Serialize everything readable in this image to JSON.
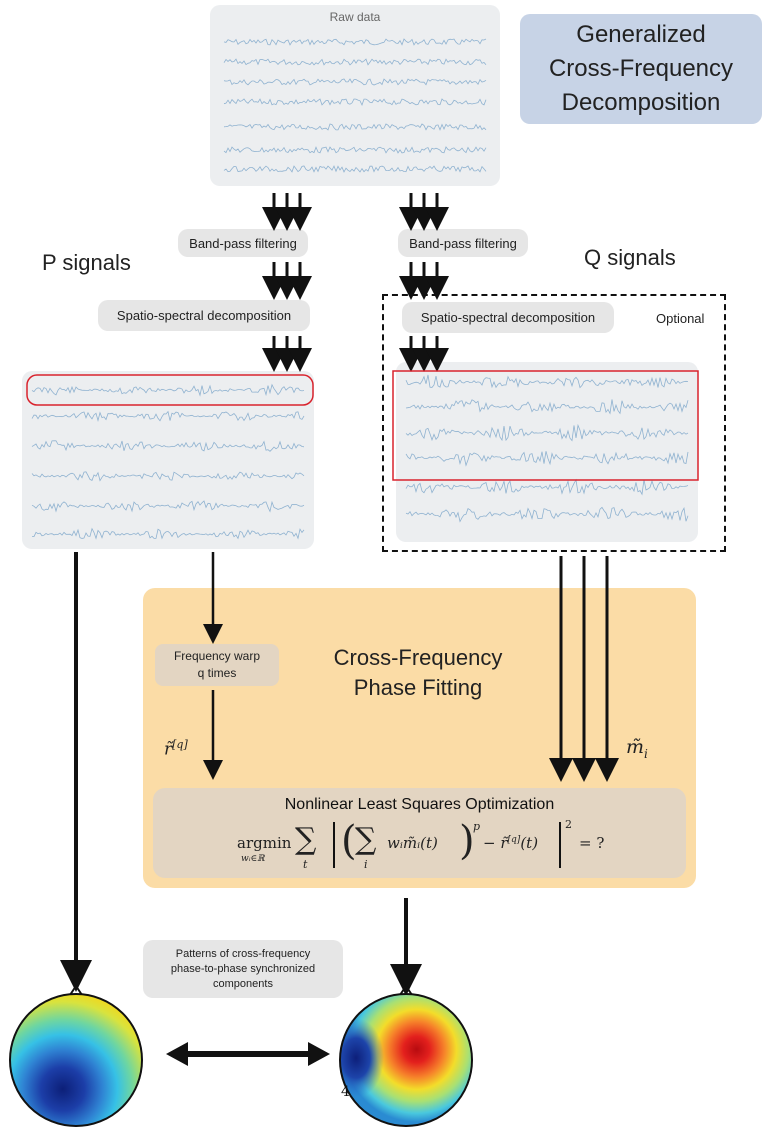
{
  "raw_data": {
    "label": "Raw data"
  },
  "title": {
    "lines": [
      "Generalized",
      "Cross-Frequency",
      "Decomposition"
    ]
  },
  "left_branch": {
    "signals_label": "P signals",
    "bandpass_label": "Band-pass filtering",
    "decomposition_label": "Spatio-spectral decomposition"
  },
  "right_branch": {
    "signals_label": "Q signals",
    "bandpass_label": "Band-pass filtering",
    "decomposition_label": "Spatio-spectral decomposition",
    "optional_label": "Optional"
  },
  "phase_fitting": {
    "title_lines": [
      "Cross-Frequency",
      "Phase Fitting"
    ],
    "warp_lines": [
      "Frequency warp",
      "q times"
    ],
    "r_symbol": "r̃",
    "r_superscript": "[q]",
    "m_symbol": "m̃",
    "m_subscript": "i"
  },
  "optimization": {
    "title": "Nonlinear Least Squares Optimization",
    "formula": {
      "argmin": "argmin",
      "argmin_sub": "wᵢ∈ℝ",
      "sum_outer_sub": "t",
      "sum_inner_sub": "i",
      "term": "wᵢm̃ᵢ(t)",
      "power_p": "p",
      "minus_term": "− r̃",
      "minus_sup": "[q]",
      "minus_arg": "(t)",
      "power_2": "2",
      "equals": "= ?"
    }
  },
  "patterns": {
    "lines": [
      "Patterns of cross-frequency",
      "phase-to-phase synchronized",
      "components"
    ]
  },
  "topomap_right_number": "4",
  "colors": {
    "signal_trace": "#8fb2d0",
    "highlight_border": "#d9232d",
    "phase_fitting_bg": "#fbdca6",
    "optimization_bg": "#e3d5c2",
    "title_bg": "#c7d3e6"
  }
}
